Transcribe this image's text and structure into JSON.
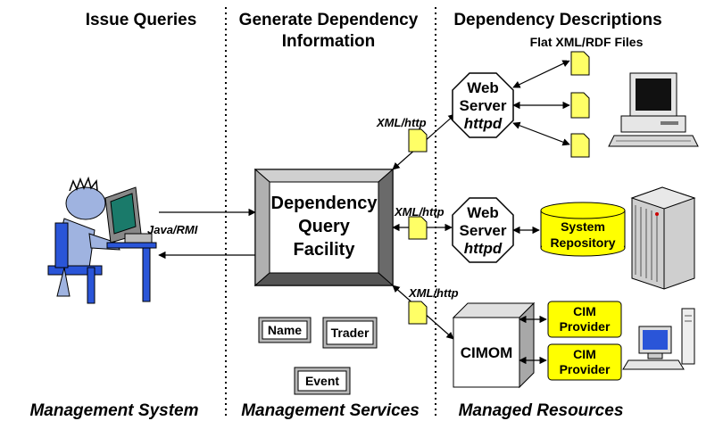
{
  "headers": {
    "issue_queries": "Issue Queries",
    "generate_line1": "Generate Dependency",
    "generate_line2": "Information",
    "dependency_descriptions": "Dependency Descriptions"
  },
  "footers": {
    "management_system": "Management System",
    "management_services": "Management Services",
    "managed_resources": "Managed Resources"
  },
  "labels": {
    "flat_files": "Flat XML/RDF Files",
    "web_server_1": "Web",
    "web_server_2": "Server",
    "httpd": "httpd",
    "xml_http": "XML/http",
    "java_rmi": "Java/RMI",
    "dqf_1": "Dependency",
    "dqf_2": "Query",
    "dqf_3": "Facility",
    "system_repo_1": "System",
    "system_repo_2": "Repository",
    "cimom": "CIMOM",
    "cim_1": "CIM",
    "cim_2": "Provider",
    "name": "Name",
    "trader": "Trader",
    "event": "Event"
  },
  "colors": {
    "doc_yellow": "#ffff66",
    "cylinder_yellow": "#ffff00",
    "screen_blue": "#2a55d8",
    "box_gray": "#b8b8b8"
  }
}
